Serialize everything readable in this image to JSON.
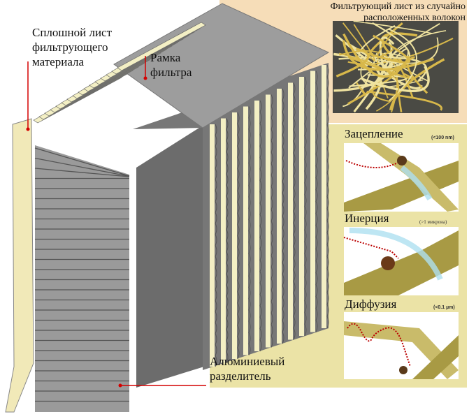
{
  "labels": {
    "solid_sheet": "Сплошной лист фильтрующего материала",
    "frame": "Рамка фильтра",
    "random_fibers": "Фильтрующий лист из случайно расположенных волокон",
    "separator": "Алюминиевый разделитель"
  },
  "mechanisms": [
    {
      "title": "Зацепление",
      "size": "(<100 nm)"
    },
    {
      "title": "Инерция",
      "size": "(>1 микрона)"
    },
    {
      "title": "Диффузия",
      "size": "(<0.1 µm)"
    }
  ],
  "colors": {
    "frame": "#9a9a9a",
    "media": "#f3efc4",
    "fiber": "#b5a44e",
    "panel": "#e8dfa0",
    "top_panel": "#f6ddb8",
    "leader": "#d40000"
  }
}
